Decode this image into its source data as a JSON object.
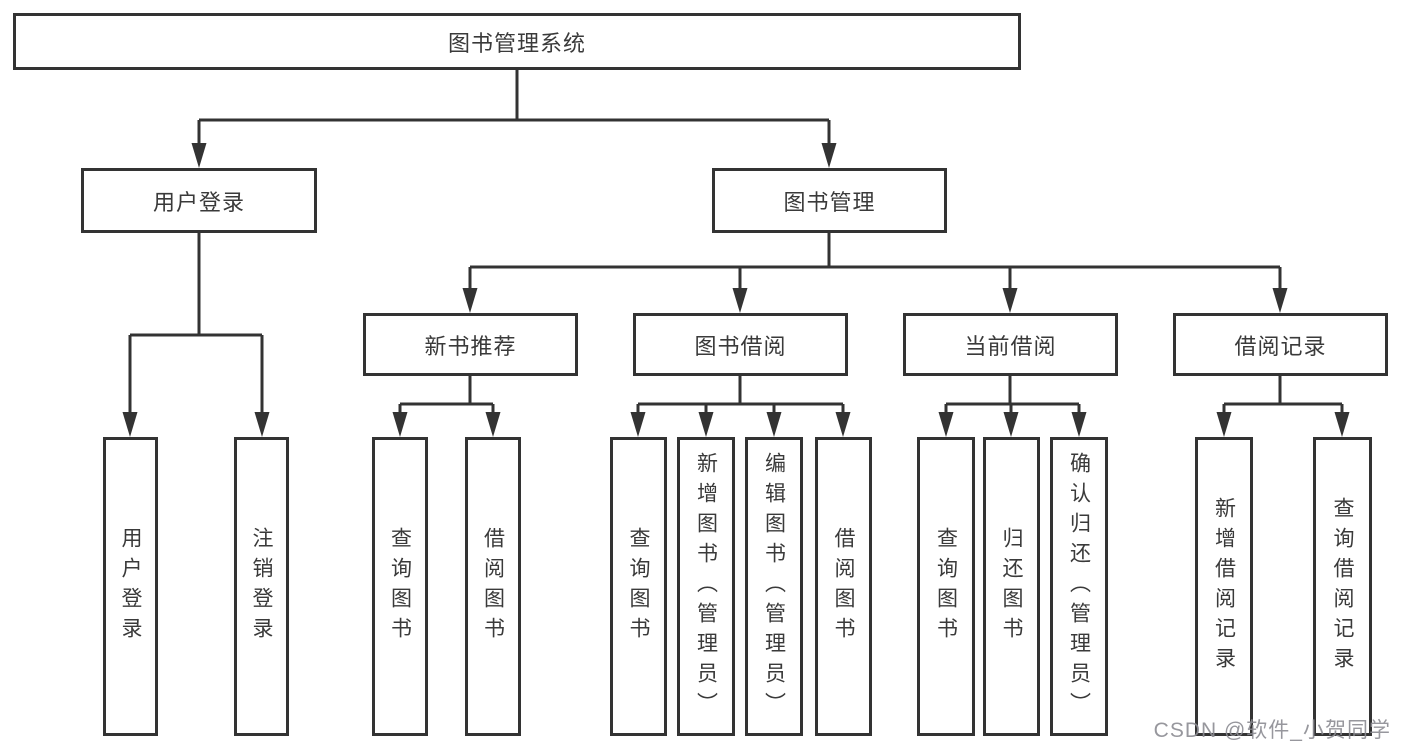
{
  "tree": {
    "root": "图书管理系统",
    "children": [
      {
        "label": "用户登录",
        "children": [
          {
            "label": "用户登录"
          },
          {
            "label": "注销登录"
          }
        ]
      },
      {
        "label": "图书管理",
        "children": [
          {
            "label": "新书推荐",
            "children": [
              {
                "label": "查询图书"
              },
              {
                "label": "借阅图书"
              }
            ]
          },
          {
            "label": "图书借阅",
            "children": [
              {
                "label": "查询图书"
              },
              {
                "label": "新增图书（管理员）"
              },
              {
                "label": "编辑图书（管理员）"
              },
              {
                "label": "借阅图书"
              }
            ]
          },
          {
            "label": "当前借阅",
            "children": [
              {
                "label": "查询图书"
              },
              {
                "label": "归还图书"
              },
              {
                "label": "确认归还（管理员）"
              }
            ]
          },
          {
            "label": "借阅记录",
            "children": [
              {
                "label": "新增借阅记录"
              },
              {
                "label": "查询借阅记录"
              }
            ]
          }
        ]
      }
    ]
  },
  "watermark": {
    "text": "CSDN @软件_小贺同学"
  },
  "colors": {
    "line": "#333333",
    "box_border": "#333333",
    "text": "#3a3a3a",
    "watermark": "#8c8c92",
    "background": "#ffffff"
  }
}
